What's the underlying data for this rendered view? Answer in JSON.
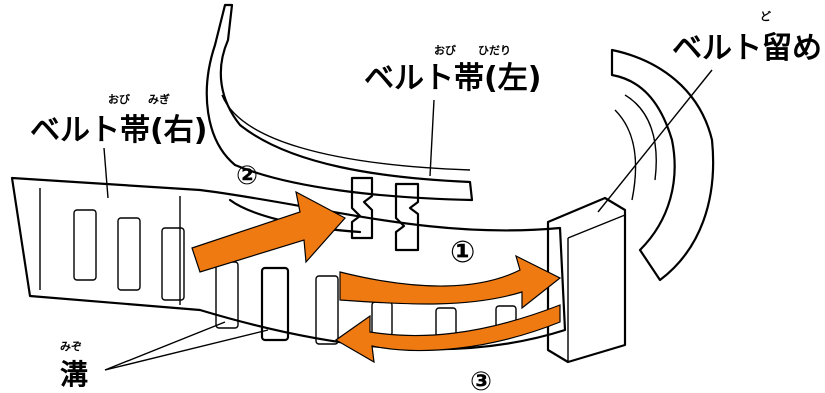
{
  "labels": {
    "belt_left": "ベルト帯(左)",
    "belt_left_ruby_obi": "おび",
    "belt_left_ruby_hidari": "ひだり",
    "belt_right": "ベルト帯(右)",
    "belt_right_ruby_obi": "おび",
    "belt_right_ruby_migi": "みぎ",
    "belt_keeper": "ベルト留め",
    "belt_keeper_ruby": "ど",
    "groove": "溝",
    "groove_ruby": "みぞ"
  },
  "steps": {
    "step1": "①",
    "step2": "②",
    "step3": "③"
  },
  "colors": {
    "arrow": "#f07a12",
    "keeper": "#b8b8b8",
    "belt": "#ffffff",
    "outline": "#000000"
  }
}
